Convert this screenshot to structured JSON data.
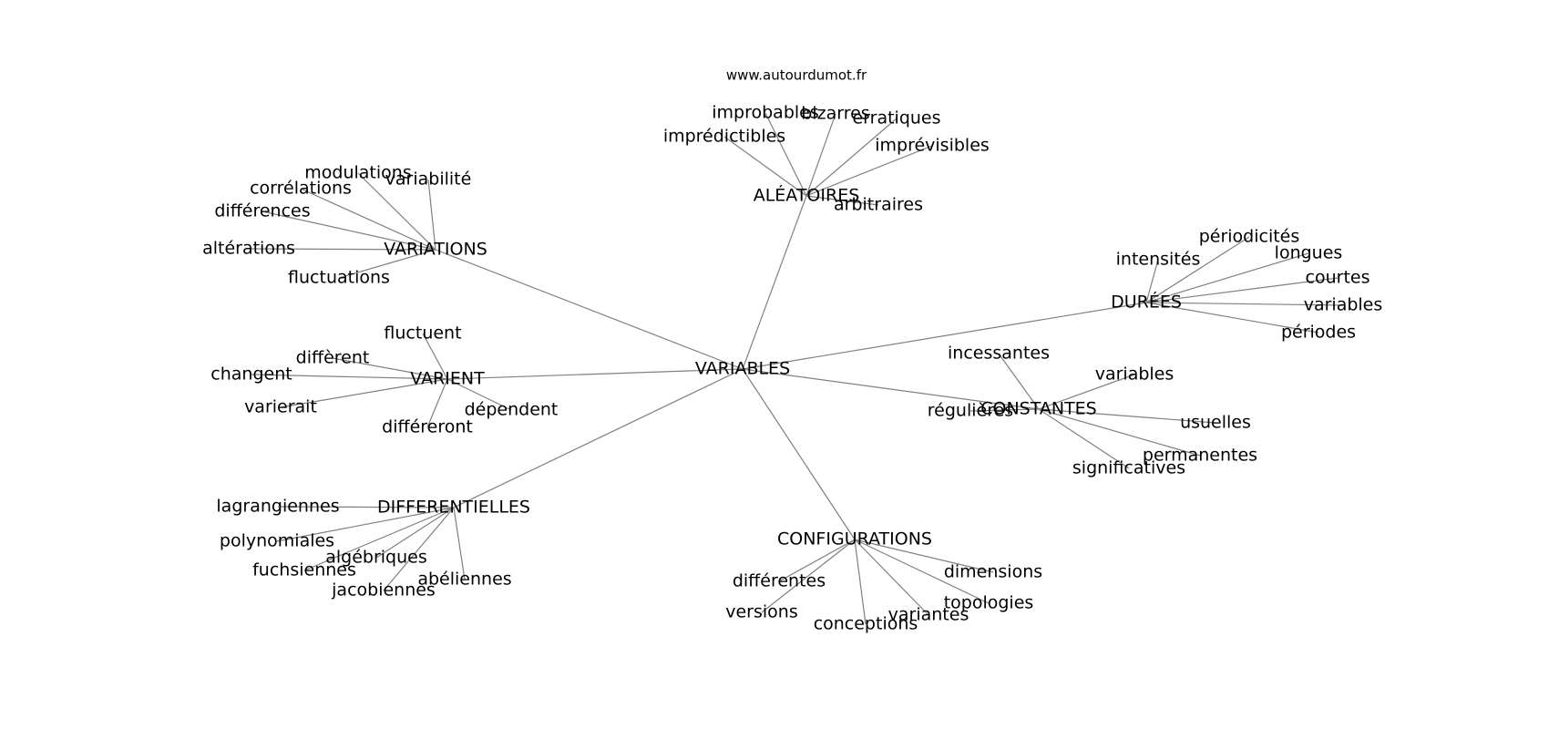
{
  "site": "www.autourdumot.fr",
  "root": "VARIABLES",
  "clusters": [
    {
      "id": "aleatoires",
      "label": "ALÉATOIRES",
      "words": [
        "improbables",
        "bizarres",
        "erratiques",
        "imprédictibles",
        "imprévisibles",
        "arbitraires"
      ]
    },
    {
      "id": "variations",
      "label": "VARIATIONS",
      "words": [
        "modulations",
        "variabilité",
        "corrélations",
        "différences",
        "altérations",
        "fluctuations"
      ]
    },
    {
      "id": "durees",
      "label": "DURÉES",
      "words": [
        "périodicités",
        "intensités",
        "longues",
        "courtes",
        "variables",
        "périodes"
      ]
    },
    {
      "id": "varient",
      "label": "VARIENT",
      "words": [
        "fluctuent",
        "diffèrent",
        "changent",
        "varierait",
        "dépendent",
        "différeront"
      ]
    },
    {
      "id": "constantes",
      "label": "CONSTANTES",
      "words": [
        "incessantes",
        "variables",
        "régulières",
        "usuelles",
        "permanentes",
        "significatives"
      ]
    },
    {
      "id": "differentielles",
      "label": "DIFFERENTIELLES",
      "words": [
        "lagrangiennes",
        "polynomiales",
        "algébriques",
        "fuchsiennes",
        "abéliennes",
        "jacobiennes"
      ]
    },
    {
      "id": "configurations",
      "label": "CONFIGURATIONS",
      "words": [
        "différentes",
        "dimensions",
        "topologies",
        "versions",
        "variantes",
        "conceptions"
      ]
    }
  ]
}
